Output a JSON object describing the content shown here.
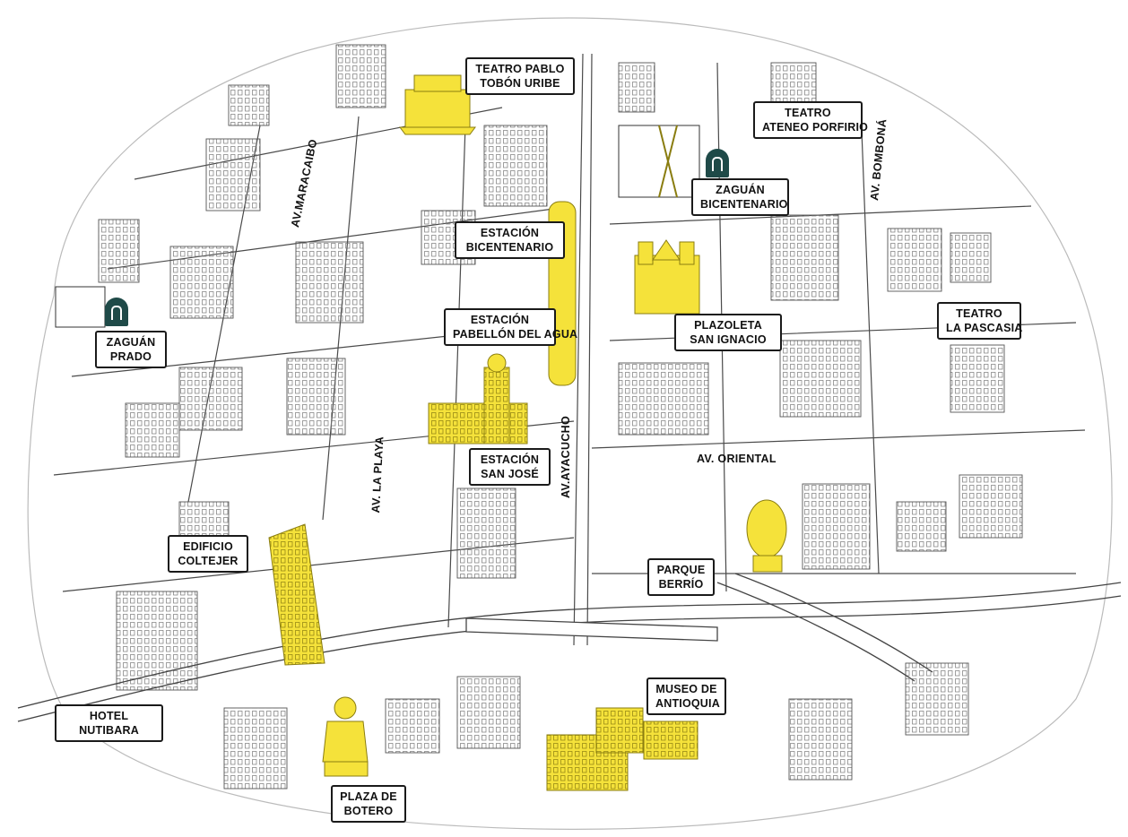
{
  "colors": {
    "highlight": "#f5e23a",
    "ink": "#2b2b2b",
    "badge": "#1f4a48"
  },
  "labels": {
    "teatro_pablo_tobon": [
      "TEATRO PABLO",
      "TOBÓN URIBE"
    ],
    "teatro_ateneo": [
      "TEATRO",
      "ATENEO PORFIRIO"
    ],
    "zaguan_bicentenario": [
      "ZAGUÁN",
      "BICENTENARIO"
    ],
    "estacion_bicentenario": [
      "ESTACIÓN",
      "BICENTENARIO"
    ],
    "estacion_pabellon": [
      "ESTACIÓN",
      "PABELLÓN DEL AGUA"
    ],
    "plazoleta_san_ignacio": [
      "PLAZOLETA",
      "SAN IGNACIO"
    ],
    "teatro_pascasia": [
      "TEATRO",
      "LA PASCASIA"
    ],
    "zaguan_prado": [
      "ZAGUÁN",
      "PRADO"
    ],
    "estacion_san_jose": [
      "ESTACIÓN",
      "SAN JOSÉ"
    ],
    "edificio_coltejer": [
      "EDIFICIO",
      "COLTEJER"
    ],
    "parque_berrio": [
      "PARQUE",
      "BERRÍO"
    ],
    "museo_antioquia": [
      "MUSEO DE",
      "ANTIOQUIA"
    ],
    "hotel_nutibara": [
      "HOTEL",
      "NUTIBARA"
    ],
    "plaza_botero": [
      "PLAZA DE",
      "BOTERO"
    ]
  },
  "streets": {
    "maracaibo": "AV.MARACAIBO",
    "bombona": "AV. BOMBONÁ",
    "la_playa": "AV. LA PLAYA",
    "ayacucho": "AV.AYACUCHO",
    "oriental": "AV. ORIENTAL"
  },
  "icons": [
    "zaguan-badge-icon"
  ]
}
